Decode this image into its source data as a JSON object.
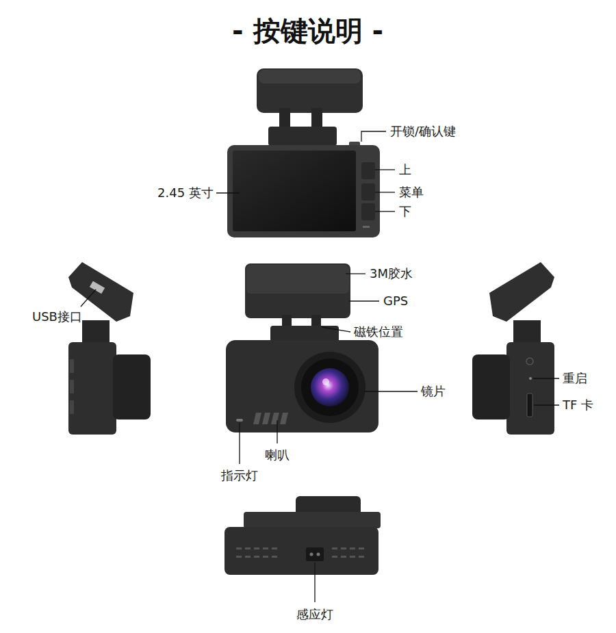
{
  "diagram": {
    "title": "- 按键说明 -",
    "labels": [
      "开锁/确认键",
      "上",
      "2.45 英寸",
      "菜单",
      "下",
      "3M胶水",
      "USB接口",
      "GPS",
      "磁铁位置",
      "镜片",
      "重启",
      "TF 卡",
      "喇叭",
      "指示灯",
      "感应灯"
    ]
  }
}
